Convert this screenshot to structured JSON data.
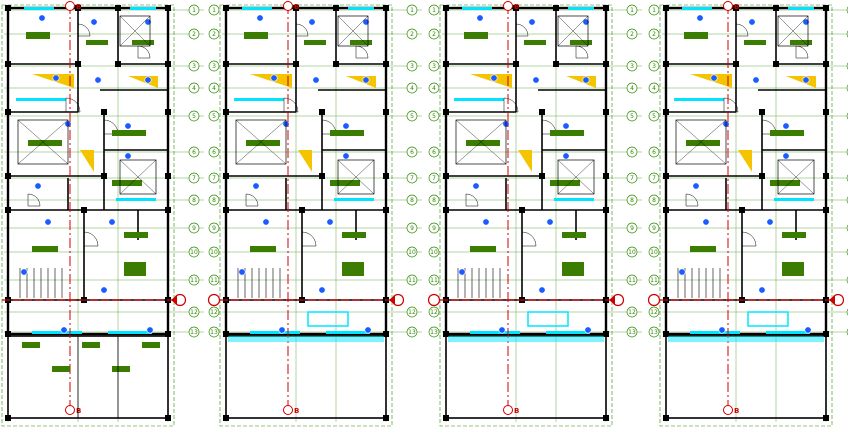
{
  "drawing": {
    "section_marker_label": "B",
    "colors": {
      "wall": "#000000",
      "grid": "#2e8b00",
      "section": "#d00000",
      "stair": "#f5c400",
      "window": "#00e5ff",
      "tag": "#1a5cff",
      "furniture": "#3a7d00",
      "background": "#ffffff"
    },
    "plans": [
      {
        "name": "floor-plan-1",
        "axis_numbers": [
          "1",
          "2",
          "3",
          "4",
          "5",
          "6",
          "7",
          "8",
          "9",
          "10",
          "11",
          "12",
          "13"
        ]
      },
      {
        "name": "floor-plan-2",
        "axis_numbers": [
          "1",
          "2",
          "3",
          "4",
          "5",
          "6",
          "7",
          "8",
          "9",
          "10",
          "11",
          "12",
          "13"
        ]
      },
      {
        "name": "floor-plan-3",
        "axis_numbers": [
          "1",
          "2",
          "3",
          "4",
          "5",
          "6",
          "7",
          "8",
          "9",
          "10",
          "11",
          "12",
          "13"
        ]
      },
      {
        "name": "floor-plan-4",
        "axis_numbers": [
          "1",
          "2",
          "3",
          "4",
          "5",
          "6",
          "7",
          "8",
          "9",
          "10",
          "11",
          "12",
          "13"
        ]
      }
    ]
  }
}
